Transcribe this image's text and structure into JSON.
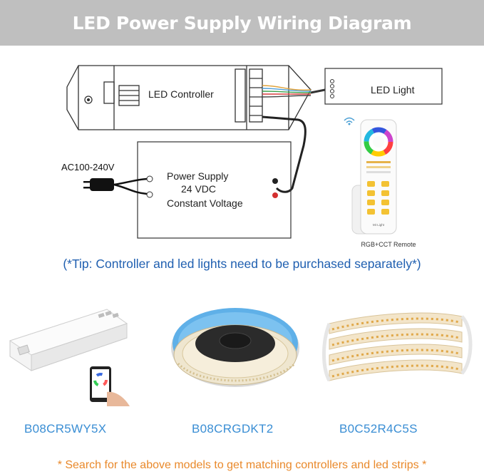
{
  "header": {
    "title": "LED Power Supply Wiring Diagram"
  },
  "diagram": {
    "controller_label": "LED Controller",
    "light_label": "LED Light",
    "power_supply_lines": [
      "Power Supply",
      "24 VDC",
      "Constant Voltage"
    ],
    "ac_input_label": "AC100-240V",
    "remote_caption": "RGB+CCT Remote",
    "remote_brand": "Mi·Light"
  },
  "tip": "(*Tip: Controller and led lights need to be purchased separately*)",
  "products": [
    {
      "model": "B08CR5WY5X"
    },
    {
      "model": "B08CRGDKT2"
    },
    {
      "model": "B0C52R4C5S"
    }
  ],
  "footer": "* Search for the above models to get matching controllers and led strips *",
  "colors": {
    "banner_bg": "#bfbfbf",
    "tip_text": "#1f5fb0",
    "model_text": "#3a8ed4",
    "footer_text": "#e9892b",
    "line": "#333333"
  }
}
